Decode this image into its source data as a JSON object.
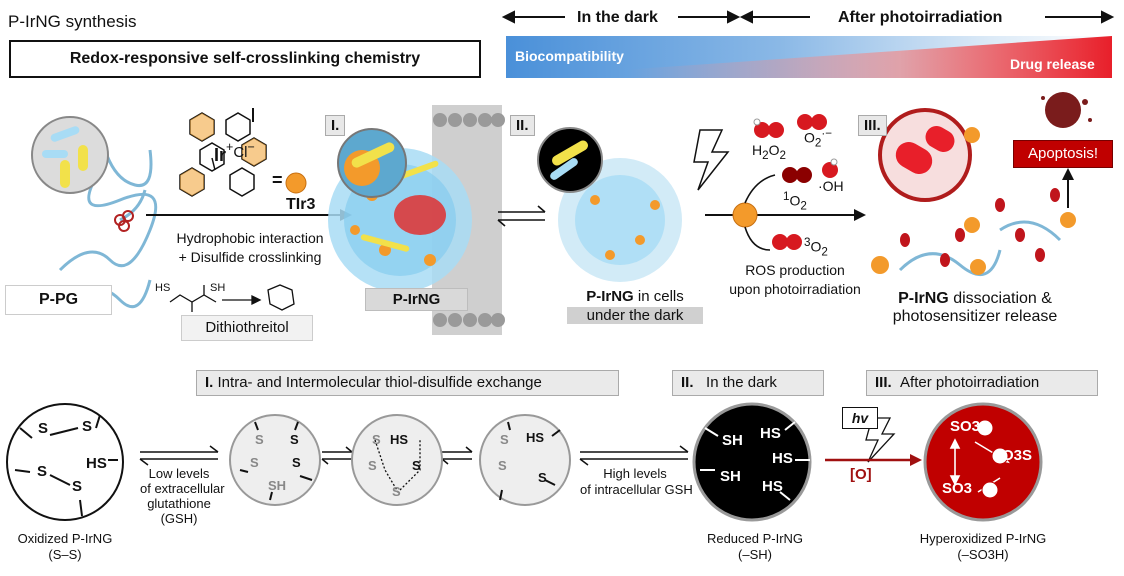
{
  "header": {
    "synthesis_title": "P-IrNG synthesis",
    "chemistry_box": "Redox-responsive self-crosslinking chemistry",
    "in_the_dark": "In the dark",
    "after_photoirradiation": "After photoirradiation",
    "biocompatibility": "Biocompatibility",
    "drug_release": "Drug release"
  },
  "top": {
    "ppg_label": "P-PG",
    "counter_ion": "Cl",
    "iridium": "Ir",
    "equals": "=",
    "tir3_label": "TIr3",
    "hydrophobic_line1": "Hydrophobic interaction",
    "hydrophobic_line2": "+ Disulfide crosslinking",
    "dithiothreitol": "Dithiothreitol",
    "pirng_label": "P-IrNG",
    "step1": "I.",
    "step2": "II.",
    "step3": "III.",
    "cells_line1_bold": "P-IrNG",
    "cells_line1_rest": " in cells",
    "cells_line2": "under the dark",
    "h2o2": "H2O2",
    "o2_radical": "O2",
    "singlet_o2": "1O2",
    "oh_radical": "·OH",
    "triplet_o2": "3O2",
    "ros_line1": "ROS production",
    "ros_line2": "upon photoirradiation",
    "apoptosis": "Apoptosis!",
    "dissoc_line1_bold": "P-IrNG",
    "dissoc_line1_rest": " dissociation &",
    "dissoc_line2": "photosensitizer release"
  },
  "bottom": {
    "section1": "Intra- and Intermolecular thiol-disulfide exchange",
    "section1_num": "I.",
    "section2": "In the dark",
    "section2_num": "II.",
    "section3": "After photoirradiation",
    "section3_num": "III.",
    "low_line1": "Low levels",
    "low_line2": "of extracellular",
    "low_line3": "glutathione",
    "low_line4": "(GSH)",
    "high_line1": "High levels",
    "high_line2": "of intracellular GSH",
    "oxidized_line1": "Oxidized P-IrNG",
    "oxidized_line2": "(S–S)",
    "reduced_line1": "Reduced P-IrNG",
    "reduced_line2": "(–SH)",
    "hyper_line1": "Hyperoxidized P-IrNG",
    "hyper_line2": "(–SO3H)",
    "hv": "hv",
    "oxidant": "[O]",
    "s": "S",
    "sh": "SH",
    "hs": "HS",
    "so3": "SO3",
    "o3s": "O3S"
  },
  "colors": {
    "blue": "#4a90d9",
    "red": "#e81f2a",
    "dark_red": "#c00000",
    "orange": "#f0a030",
    "cyan": "#8fd3f0"
  }
}
